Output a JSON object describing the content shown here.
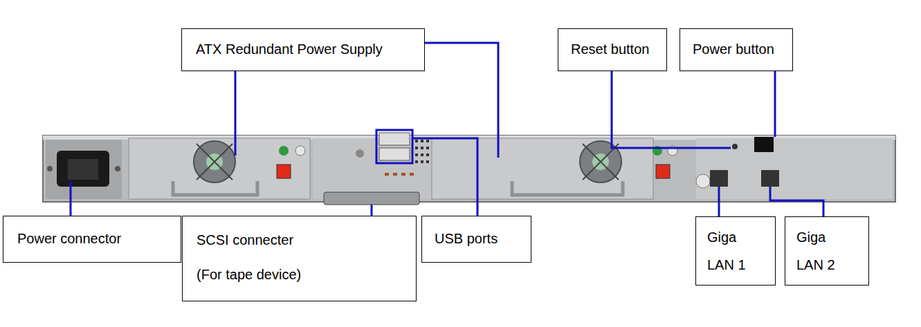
{
  "diagram": {
    "nodes": [
      {
        "text": [
          "ATX Redundant Power Supply"
        ]
      },
      {
        "text": [
          "Reset button"
        ]
      },
      {
        "text": [
          "Power button"
        ]
      },
      {
        "text": [
          "Power connector"
        ]
      },
      {
        "text": [
          "SCSI connecter (For tape device)"
        ]
      },
      {
        "text": [
          "USB ports"
        ]
      },
      {
        "text": [
          "Giga LAN 1"
        ]
      },
      {
        "text": [
          "Giga LAN 2"
        ]
      }
    ]
  }
}
